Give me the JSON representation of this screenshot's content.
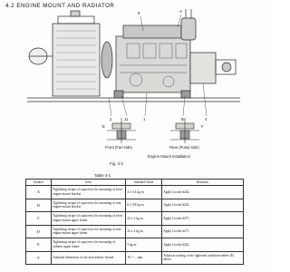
{
  "section_title": "4.2  ENGINE MOUNT AND RADIATOR",
  "callouts": {
    "top": [
      "9",
      "A"
    ],
    "bottom": [
      "2",
      "11",
      "1",
      "B",
      "4"
    ],
    "left_detail": "E",
    "right_detail": "F"
  },
  "captions": {
    "front": "Front (Fan side)",
    "rear": "Rear (Pump side)",
    "installation": "Engine Mount Installation",
    "figure": "Fig. 4-2",
    "table": "Table 4-1"
  },
  "table": {
    "headers": [
      "Symbol",
      "Item",
      "Standard Value",
      "Remarks"
    ],
    "rows": [
      {
        "symbol": "A",
        "item": "Tightening torque of capscrews for mounting of front engine mount bracket",
        "standard": "4 ± 0.4 kg·m",
        "remarks": "Apply Loctite #242."
      },
      {
        "symbol": "B",
        "item": "Tightening torque of capscrews for mounting of rear engine mount bracket",
        "standard": "8 ± 0.8 kg·m",
        "remarks": "Apply Loctite #242."
      },
      {
        "symbol": "C",
        "item": "Tightening torque of capscrews for mounting of front engine mount upper frame",
        "standard": "22 ± 2 kg·m",
        "remarks": "Apply Loctite #271."
      },
      {
        "symbol": "D",
        "item": "Tightening torque of capscrews for mounting of rear engine mount upper frame",
        "standard": "22 ± 2 kg·m",
        "remarks": "Apply Loctite #271."
      },
      {
        "symbol": "E",
        "item": "Tightening torque of capscrews for mounting of radiator upper frame",
        "standard": "5 kg·m",
        "remarks": "Apply Loctite #242."
      },
      {
        "symbol": "F",
        "item": "Adjusted dimension of fan and radiator shroud",
        "standard": "16 ⁺³₋₀ mm",
        "remarks": "Adjust according to the tightened condition rubber (E) above."
      }
    ]
  }
}
